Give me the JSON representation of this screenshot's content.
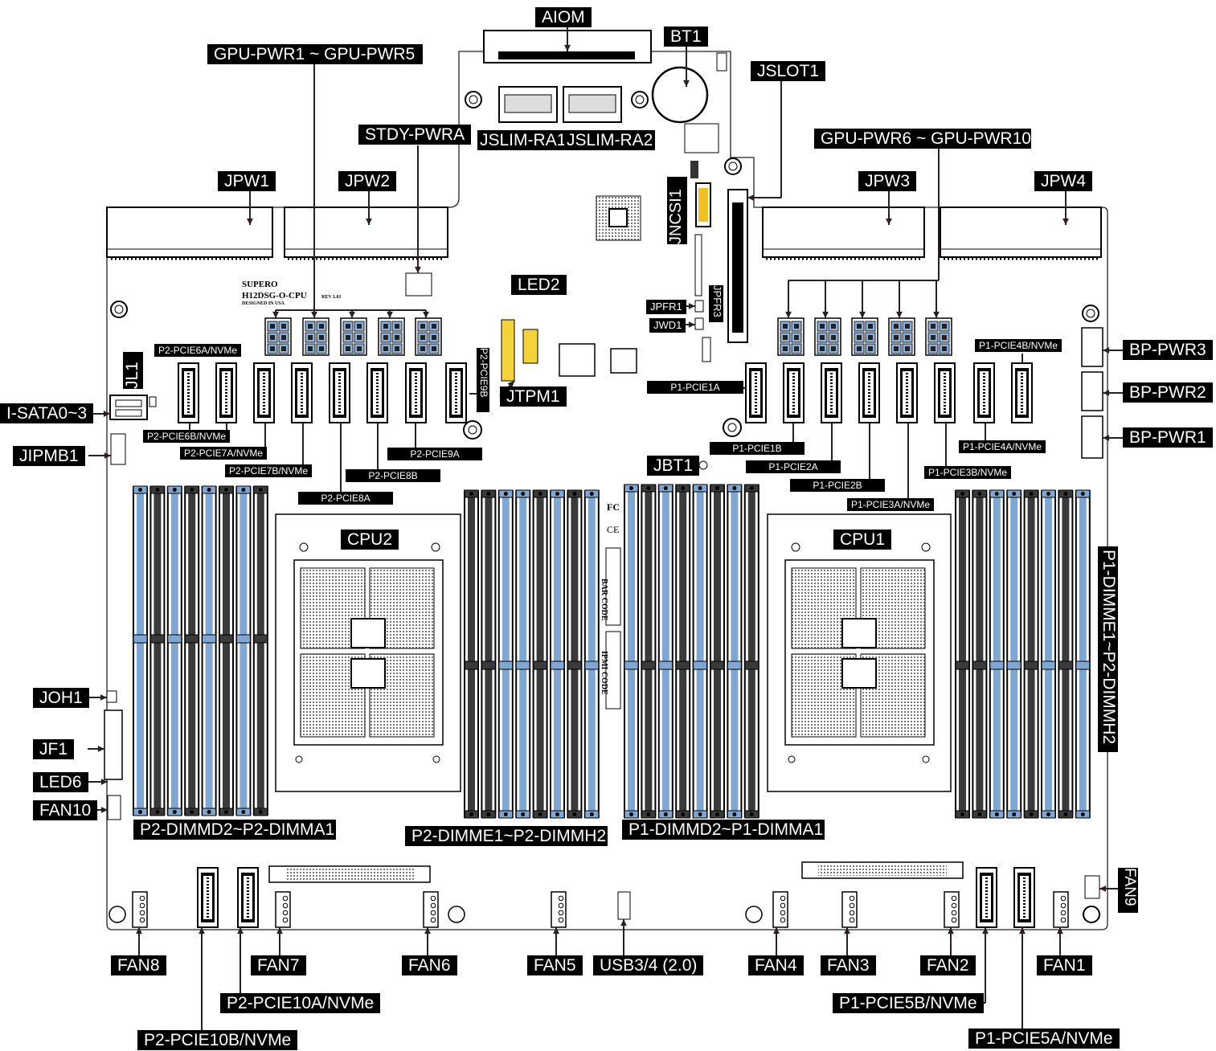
{
  "top": {
    "aiom": "AIOM",
    "bt1": "BT1",
    "gpu_pwr_left": "GPU-PWR1 ~ GPU-PWR5",
    "jslot1": "JSLOT1",
    "stdy_pwra": "STDY-PWRA",
    "gpu_pwr_right": "GPU-PWR6 ~ GPU-PWR10",
    "jslim_ra1": "JSLIM-RA1",
    "jslim_ra2": "JSLIM-RA2",
    "jpw1": "JPW1",
    "jpw2": "JPW2",
    "jpw3": "JPW3",
    "jpw4": "JPW4",
    "jncsi1": "JNCSI1"
  },
  "middle": {
    "led2": "LED2",
    "jpfr1": "JPFR1",
    "jwd1": "JWD1",
    "jpfr3": "JPFR3",
    "jtpm1": "JTPM1",
    "jbt1": "JBT1",
    "jl1": "JL1",
    "isata": "I-SATA0~3",
    "jipmb1": "JIPMB1",
    "bp_pwr3": "BP-PWR3",
    "bp_pwr2": "BP-PWR2",
    "bp_pwr1": "BP-PWR1"
  },
  "pcie": {
    "p2_6a": "P2-PCIE6A/NVMe",
    "p2_6b": "P2-PCIE6B/NVMe",
    "p2_7a": "P2-PCIE7A/NVMe",
    "p2_7b": "P2-PCIE7B/NVMe",
    "p2_8b": "P2-PCIE8B",
    "p2_8a": "P2-PCIE8A",
    "p2_9a": "P2-PCIE9A",
    "p2_9b": "P2-PCIE9B",
    "p1_1a": "P1-PCIE1A",
    "p1_1b": "P1-PCIE1B",
    "p1_2a": "P1-PCIE2A",
    "p1_2b": "P1-PCIE2B",
    "p1_3a": "P1-PCIE3A/NVMe",
    "p1_3b": "P1-PCIE3B/NVMe",
    "p1_4a": "P1-PCIE4A/NVMe",
    "p1_4b": "P1-PCIE4B/NVMe",
    "p2_10a": "P2-PCIE10A/NVMe",
    "p2_10b": "P2-PCIE10B/NVMe",
    "p1_5b": "P1-PCIE5B/NVMe",
    "p1_5a": "P1-PCIE5A/NVMe"
  },
  "cpu": {
    "cpu2": "CPU2",
    "cpu1": "CPU1"
  },
  "dimm": {
    "p2_d2_a1": "P2-DIMMD2~P2-DIMMA1",
    "p2_e1_h2": "P2-DIMME1~P2-DIMMH2",
    "p1_d2_a1": "P1-DIMMD2~P1-DIMMA1",
    "p1_e1_h2": "P1-DIMME1~P2-DIMMH2"
  },
  "left": {
    "joh1": "JOH1",
    "jf1": "JF1",
    "led6": "LED6",
    "fan10": "FAN10"
  },
  "bottom": {
    "fan8": "FAN8",
    "fan7": "FAN7",
    "fan6": "FAN6",
    "fan5": "FAN5",
    "usb": "USB3/4 (2.0)",
    "fan4": "FAN4",
    "fan3": "FAN3",
    "fan2": "FAN2",
    "fan1": "FAN1",
    "fan9": "FAN9"
  },
  "silkscreen": {
    "brand": "SUPERO",
    "model": "H12DSG-O-CPU",
    "designed": "DESIGNED IN USA",
    "rev": "REV 1.01",
    "fcc": "FC",
    "ce": "CE",
    "bar_code": "BAR CODE",
    "ipmi_code": "IPMI CODE"
  },
  "colors": {
    "dimm_blue": "#7fa7d2",
    "dimm_dark": "#3a3a3a",
    "gpu_conn_blue": "#8eb1dc",
    "jtpm_yellow": "#f3d23a"
  }
}
